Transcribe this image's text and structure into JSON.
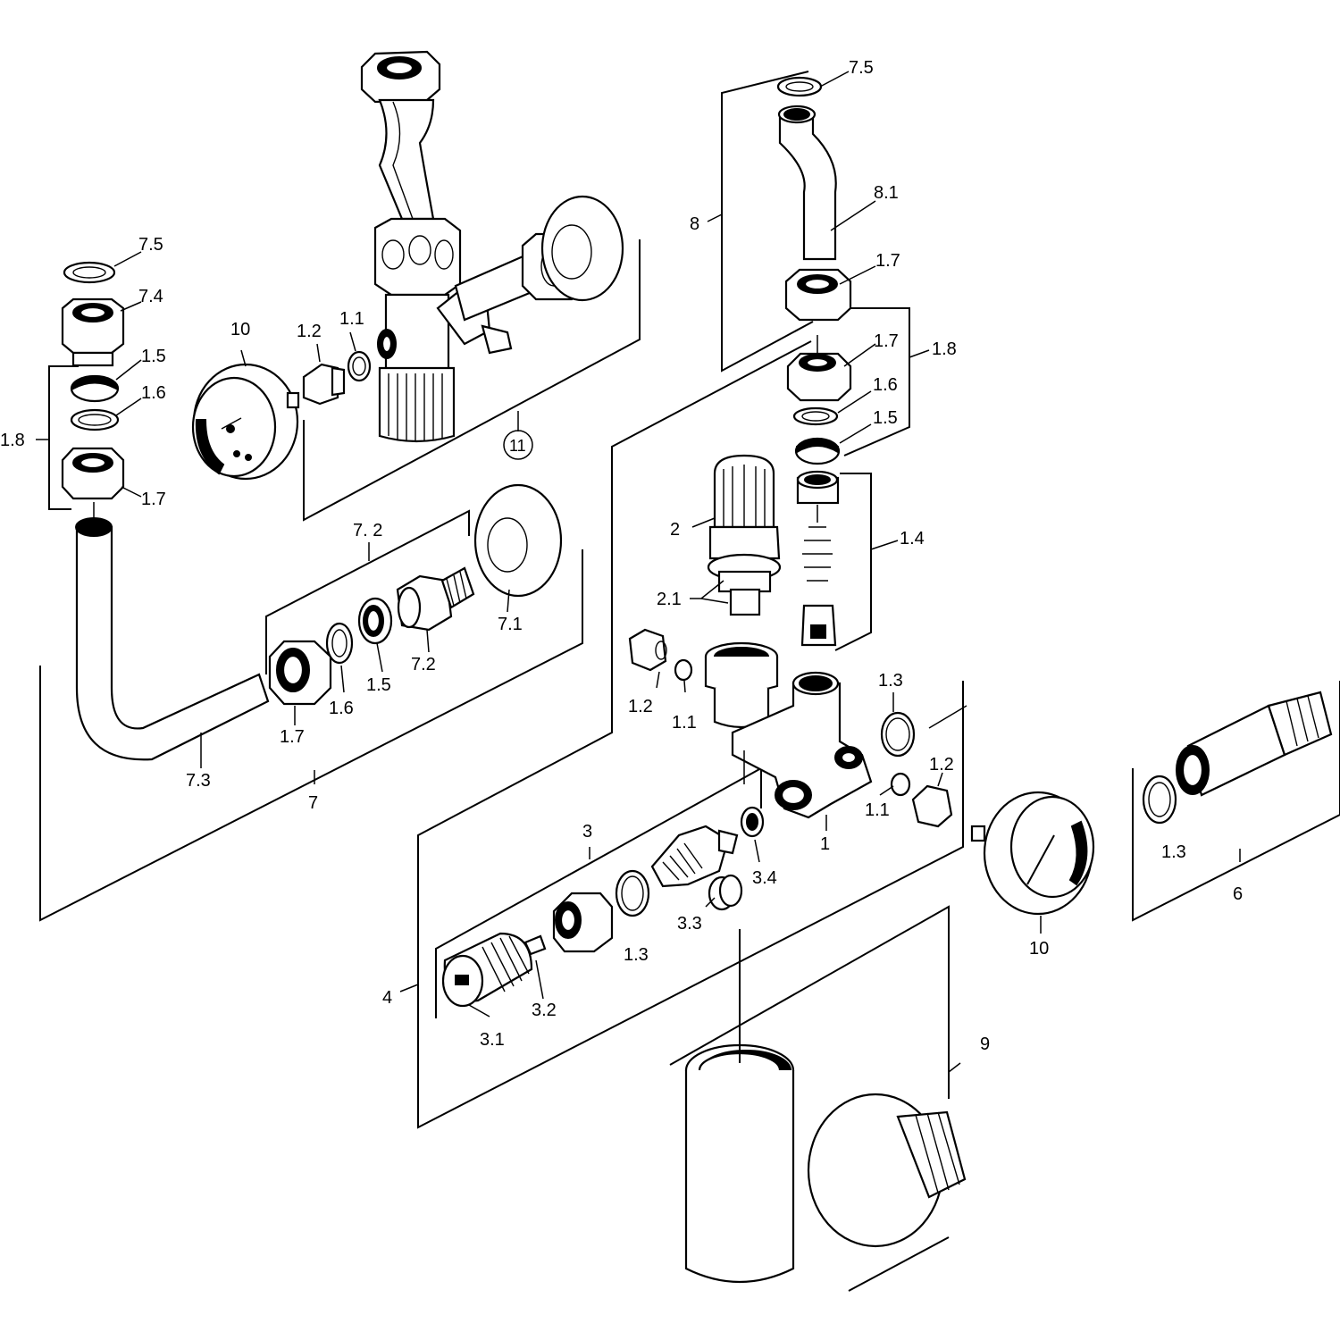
{
  "labels": {
    "l1": "1",
    "l1_1a": "1.1",
    "l1_1b": "1.1",
    "l1_1c": "1.1",
    "l1_2a": "1.2",
    "l1_2b": "1.2",
    "l1_2c": "1.2",
    "l1_3a": "1.3",
    "l1_3b": "1.3",
    "l1_3c": "1.3",
    "l1_4": "1.4",
    "l1_5a": "1.5",
    "l1_5b": "1.5",
    "l1_5c": "1.5",
    "l1_6a": "1.6",
    "l1_6b": "1.6",
    "l1_6c": "1.6",
    "l1_7a": "1.7",
    "l1_7b": "1.7",
    "l1_7c": "1.7",
    "l1_7d": "1.7",
    "l1_8a": "1.8",
    "l1_8b": "1.8",
    "l2": "2",
    "l2_1": "2.1",
    "l3": "3",
    "l3_1": "3.1",
    "l3_2": "3.2",
    "l3_3": "3.3",
    "l3_4": "3.4",
    "l4": "4",
    "l6": "6",
    "l7": "7",
    "l7_1": "7.1",
    "l7_2a": "7. 2",
    "l7_2b": "7.2",
    "l7_3": "7.3",
    "l7_4": "7.4",
    "l7_5a": "7.5",
    "l7_5b": "7.5",
    "l8": "8",
    "l8_1": "8.1",
    "l9": "9",
    "l10a": "10",
    "l10b": "10",
    "l11": "11"
  }
}
